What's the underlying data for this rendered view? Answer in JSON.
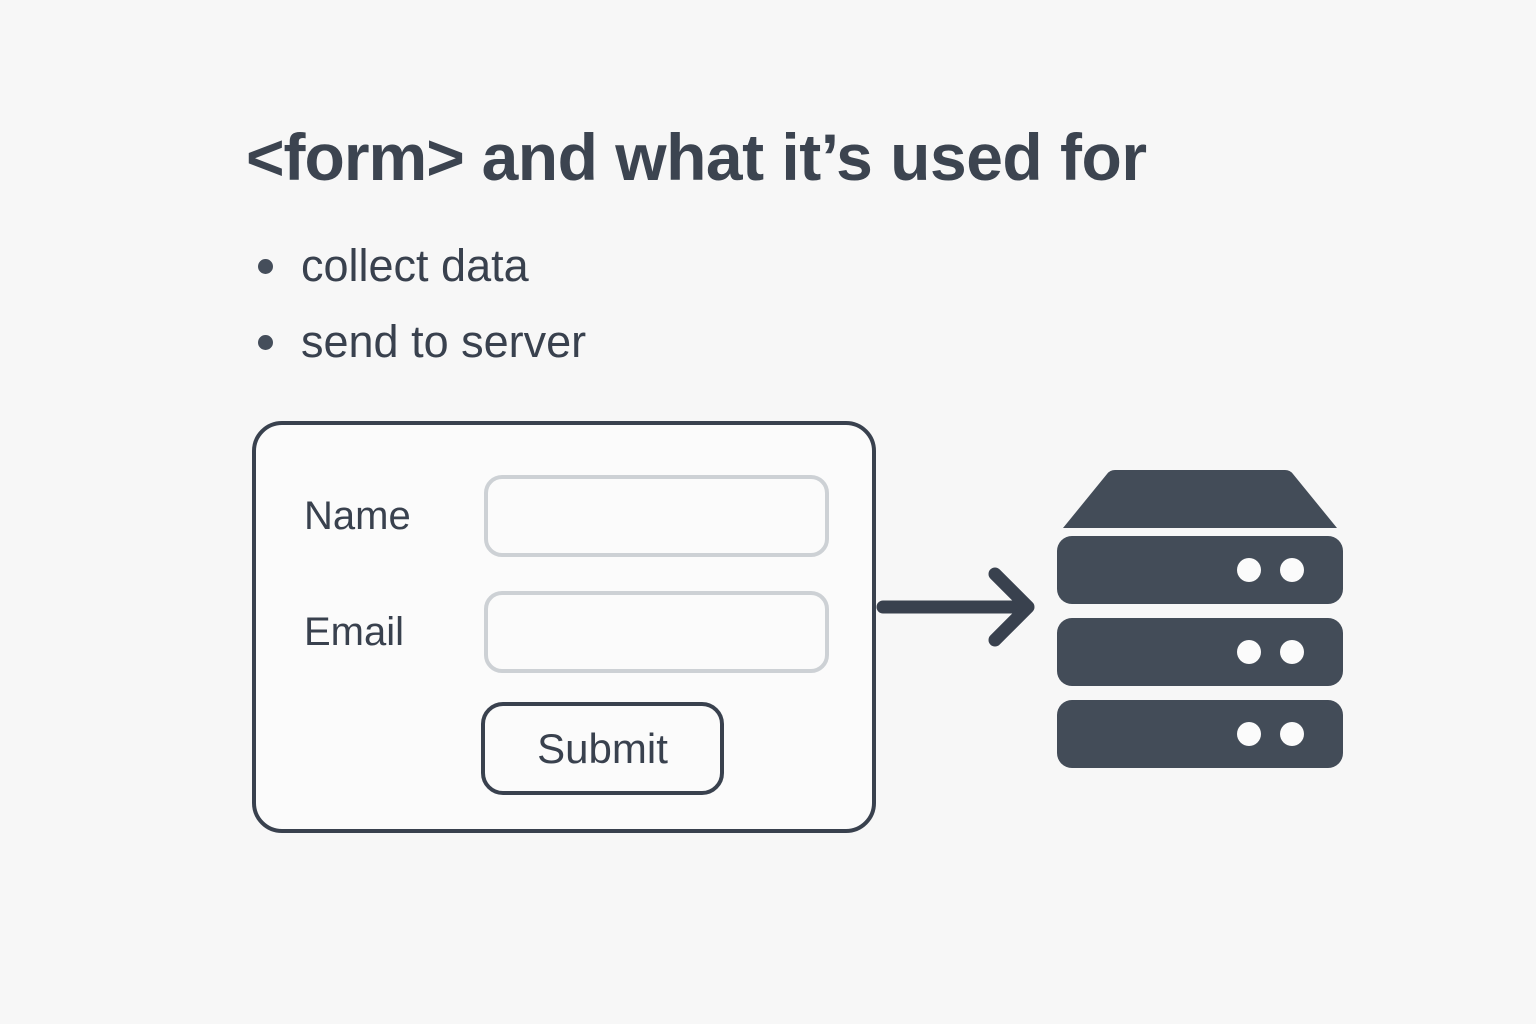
{
  "page": {
    "background_color": "#f7f7f7",
    "ink_color": "#39414e",
    "muted_border_color": "#cdd1d5",
    "card_fill": "#fbfbfb"
  },
  "title": {
    "tag": "<form>",
    "rest": " and what it’s used for",
    "full": "<form> and what it’s used for"
  },
  "bullets": [
    {
      "marker": "bullet-dot",
      "label": "collect data"
    },
    {
      "marker": "bullet-dot",
      "label": "send to server"
    }
  ],
  "form_card": {
    "fields": [
      {
        "label": "Name",
        "value": "",
        "placeholder": ""
      },
      {
        "label": "Email",
        "value": "",
        "placeholder": ""
      }
    ],
    "submit_label": "Submit"
  },
  "flow": {
    "arrow": {
      "icon": "arrow-right-icon",
      "direction": "right",
      "color": "#39414e"
    },
    "target": {
      "icon": "server-icon",
      "color": "#434c58",
      "bays": 3,
      "leds_per_bay": 2,
      "led_color": "#fbfbfb"
    }
  }
}
